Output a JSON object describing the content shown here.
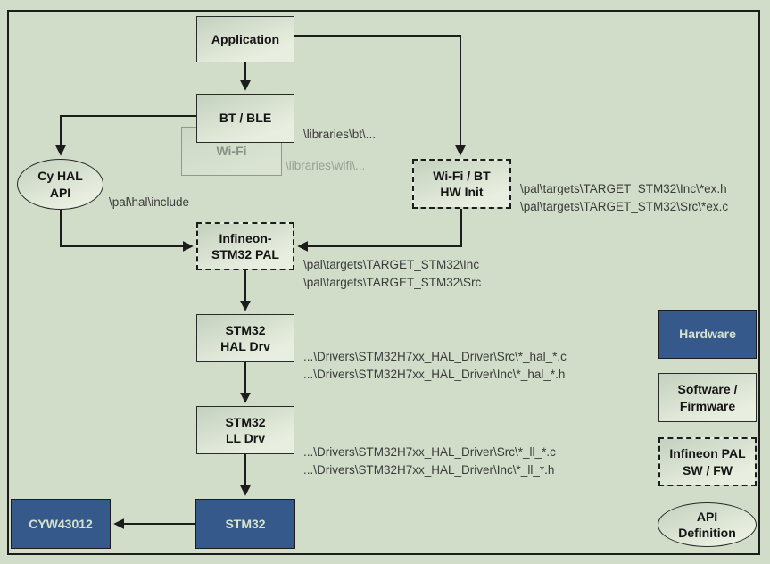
{
  "diagram": {
    "nodes": {
      "application": {
        "label": "Application"
      },
      "bt_ble": {
        "label": "BT / BLE"
      },
      "wifi_ghost": {
        "label": "Wi-Fi"
      },
      "cy_hal_api": {
        "line1": "Cy HAL",
        "line2": "API"
      },
      "wifi_bt_hw_init": {
        "line1": "Wi-Fi / BT",
        "line2": "HW Init"
      },
      "infineon_stm32_pal": {
        "line1": "Infineon-",
        "line2": "STM32 PAL"
      },
      "stm32_hal_drv": {
        "line1": "STM32",
        "line2": "HAL Drv"
      },
      "stm32_ll_drv": {
        "line1": "STM32",
        "line2": "LL Drv"
      },
      "stm32": {
        "label": "STM32"
      },
      "cyw43012": {
        "label": "CYW43012"
      }
    },
    "path_labels": {
      "libraries_bt": "\\libraries\\bt\\...",
      "libraries_wifi": "\\libraries\\wifi\\...",
      "pal_hal_include": "\\pal\\hal\\include",
      "hw_init_inc": "\\pal\\targets\\TARGET_STM32\\Inc\\*ex.h",
      "hw_init_src": "\\pal\\targets\\TARGET_STM32\\Src\\*ex.c",
      "pal_inc": "\\pal\\targets\\TARGET_STM32\\Inc",
      "pal_src": "\\pal\\targets\\TARGET_STM32\\Src",
      "hal_src": "...\\Drivers\\STM32H7xx_HAL_Driver\\Src\\*_hal_*.c",
      "hal_inc": "...\\Drivers\\STM32H7xx_HAL_Driver\\Inc\\*_hal_*.h",
      "ll_src": "...\\Drivers\\STM32H7xx_HAL_Driver\\Src\\*_ll_*.c",
      "ll_inc": "...\\Drivers\\STM32H7xx_HAL_Driver\\Inc\\*_ll_*.h"
    }
  },
  "legend": {
    "hardware": {
      "label": "Hardware"
    },
    "software_firmware": {
      "line1": "Software /",
      "line2": "Firmware"
    },
    "infineon_pal": {
      "line1": "Infineon PAL",
      "line2": "SW / FW"
    },
    "api_definition": {
      "line1": "API",
      "line2": "Definition"
    }
  },
  "colors": {
    "hardware_blue": "#36598C",
    "background": "#d1ddc9",
    "line": "#1c1c1c",
    "path_text": "#3a3a3a"
  }
}
